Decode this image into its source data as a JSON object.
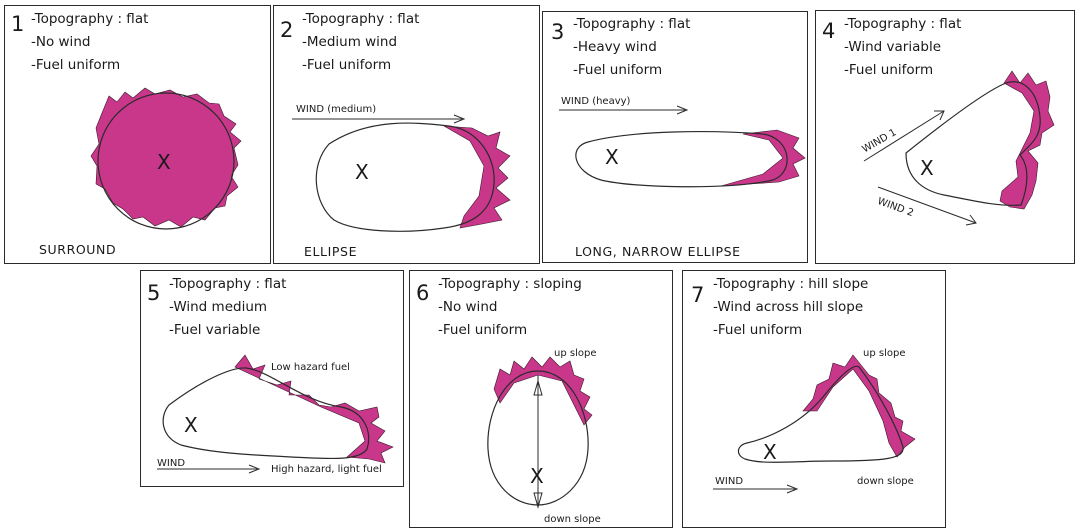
{
  "colors": {
    "fire_front": "#c8378a",
    "outline": "#2b2b2b"
  },
  "panels": [
    {
      "num": "1",
      "lines": [
        "-Topography : flat",
        "-No wind",
        "-Fuel uniform"
      ],
      "caption": "SURROUND"
    },
    {
      "num": "2",
      "lines": [
        "-Topography : flat",
        "-Medium wind",
        "-Fuel uniform"
      ],
      "caption": "ELLIPSE",
      "wind": "WIND (medium)"
    },
    {
      "num": "3",
      "lines": [
        "-Topography : flat",
        "-Heavy wind",
        "-Fuel uniform"
      ],
      "caption": "LONG, NARROW ELLIPSE",
      "wind": "WIND (heavy)"
    },
    {
      "num": "4",
      "lines": [
        "-Topography : flat",
        "-Wind variable",
        "-Fuel uniform"
      ],
      "wind1": "WIND 1",
      "wind2": "WIND 2"
    },
    {
      "num": "5",
      "lines": [
        "-Topography : flat",
        "-Wind medium",
        "-Fuel variable"
      ],
      "wind": "WIND",
      "low_fuel": "Low hazard fuel",
      "high_fuel": "High hazard, light fuel"
    },
    {
      "num": "6",
      "lines": [
        "-Topography : sloping",
        "-No wind",
        "-Fuel uniform"
      ],
      "up": "up slope",
      "down": "down slope"
    },
    {
      "num": "7",
      "lines": [
        "-Topography : hill slope",
        "-Wind across hill slope",
        "-Fuel uniform"
      ],
      "wind": "WIND",
      "up": "up slope",
      "down": "down slope"
    }
  ],
  "ignition_mark": "X"
}
